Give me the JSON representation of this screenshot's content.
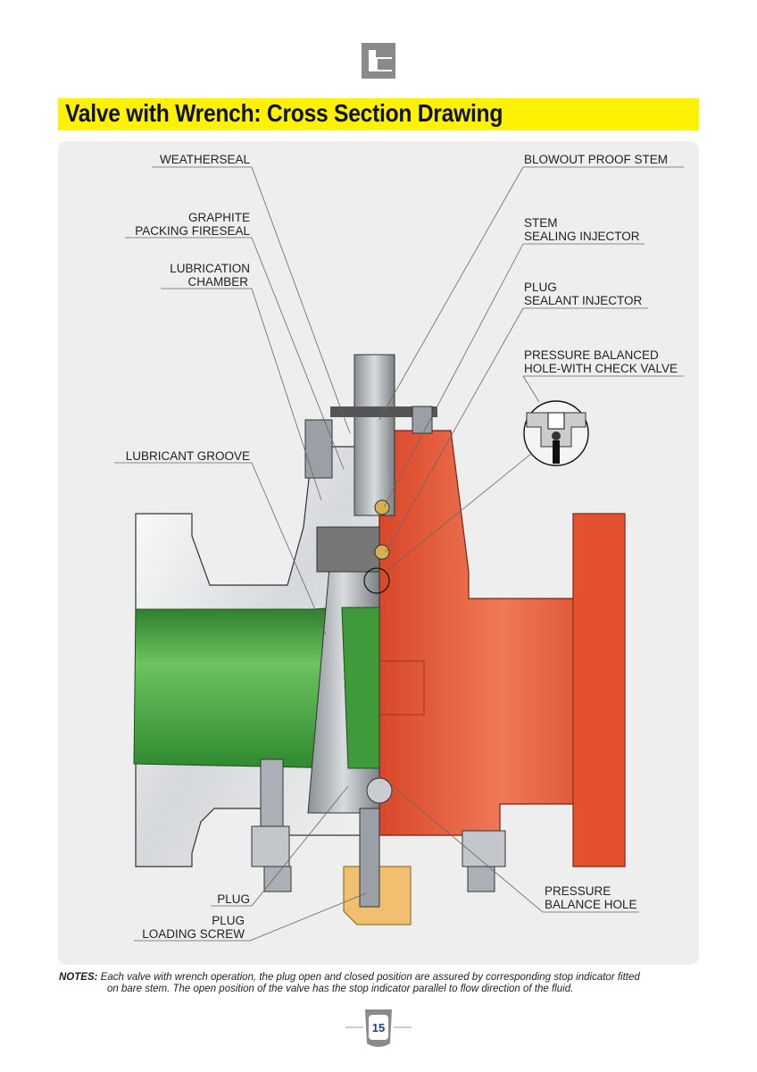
{
  "logo": {
    "icon": "company-logo-icon"
  },
  "title": "Valve with Wrench: Cross Section Drawing",
  "labels": {
    "weatherseal": "WEATHERSEAL",
    "graphite_1": "GRAPHITE",
    "graphite_2": "PACKING FIRESEAL",
    "lubrication_1": "LUBRICATION",
    "lubrication_2": "CHAMBER",
    "lubricant_groove": "LUBRICANT GROOVE",
    "plug": "PLUG",
    "plug_loading_1": "PLUG",
    "plug_loading_2": "LOADING SCREW",
    "blowout": "BLOWOUT  PROOF STEM",
    "stem_sealing_1": "STEM",
    "stem_sealing_2": "SEALING INJECTOR",
    "plug_sealant_1": "PLUG",
    "plug_sealant_2": "SEALANT INJECTOR",
    "pressure_balanced_1": "PRESSURE BALANCED",
    "pressure_balanced_2": "HOLE-WITH CHECK VALVE",
    "pressure_balance_hole_1": "PRESSURE",
    "pressure_balance_hole_2": "BALANCE HOLE"
  },
  "notes": {
    "prefix": "NOTES:",
    "line1": "Each valve with wrench operation, the plug open and closed position are assured by corresponding stop indicator fitted",
    "line2": "on bare stem. The open position of the valve has the stop indicator parallel to flow direction of the fluid."
  },
  "page_number": "15",
  "colors": {
    "title_bar": "#fff200",
    "body": "#e0502e",
    "flow": "#3d9a3a",
    "page_number": "#1a3f8f"
  }
}
